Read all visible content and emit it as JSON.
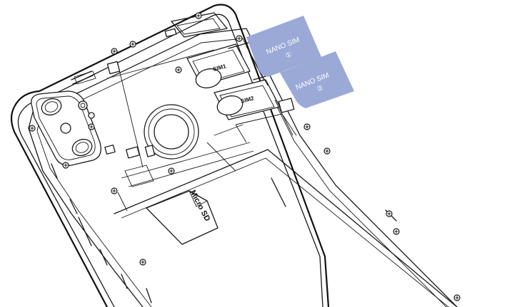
{
  "sim_cards": [
    {
      "label": "NANO SIM",
      "number": "①",
      "color": "#9aa9d6"
    },
    {
      "label": "NANO SIM",
      "number": "②",
      "color": "#9aa9d6"
    }
  ],
  "slots": {
    "sim1": "SIM1",
    "sim2": "SIM2"
  },
  "sd_card": {
    "label": "Micro SD"
  },
  "line_color": "#1a1a1a"
}
